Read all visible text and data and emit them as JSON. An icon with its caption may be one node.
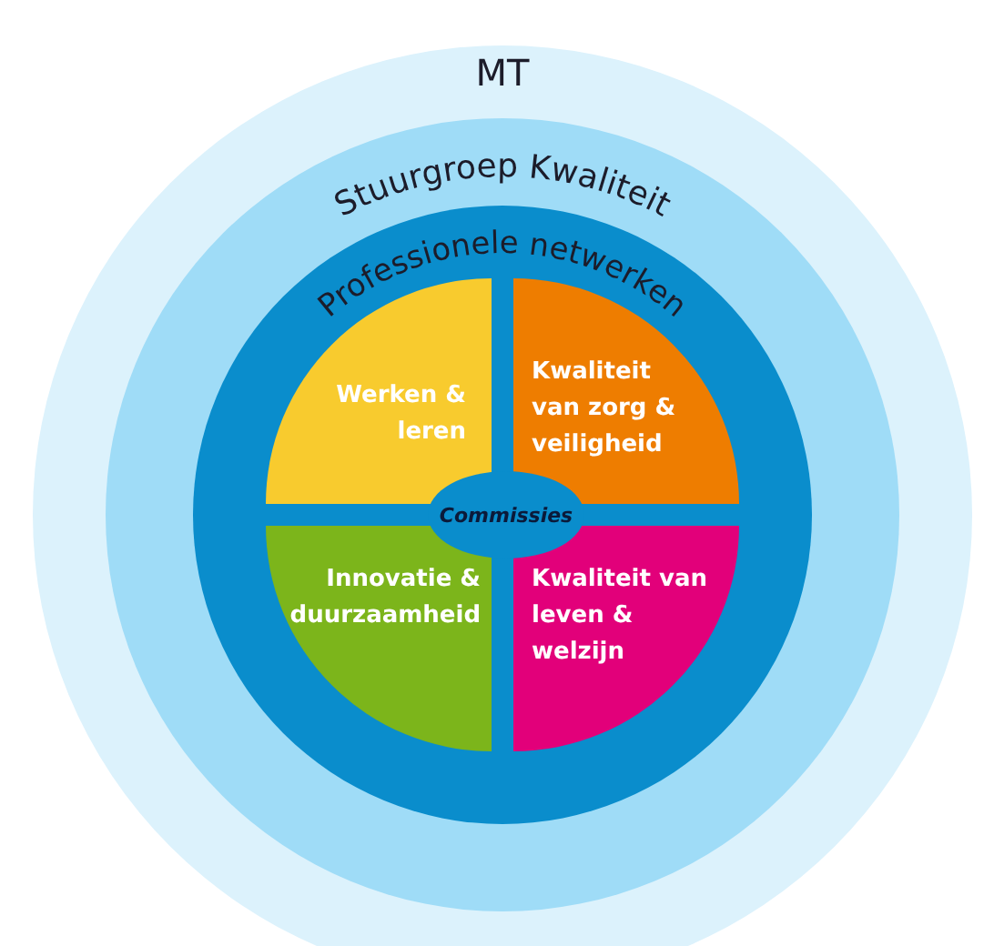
{
  "diagram": {
    "nodes": [
      {
        "text": [
          "MT"
        ]
      },
      {
        "text": [
          "Stuurgroep Kwaliteit"
        ],
        "in": 0
      },
      {
        "text": [
          "Professionele netwerken"
        ],
        "in": 1
      },
      {
        "text": [
          "Werken & leren"
        ],
        "in": 2
      },
      {
        "text": [
          "Kwaliteit van zorg & veiligheid"
        ],
        "in": 2
      },
      {
        "text": [
          "Commissies"
        ],
        "in": 2
      },
      {
        "text": [
          "Innovatie & duurzaamheid"
        ],
        "in": 2
      },
      {
        "text": [
          "Kwaliteit van leven & welzijn"
        ],
        "in": 2
      }
    ]
  }
}
